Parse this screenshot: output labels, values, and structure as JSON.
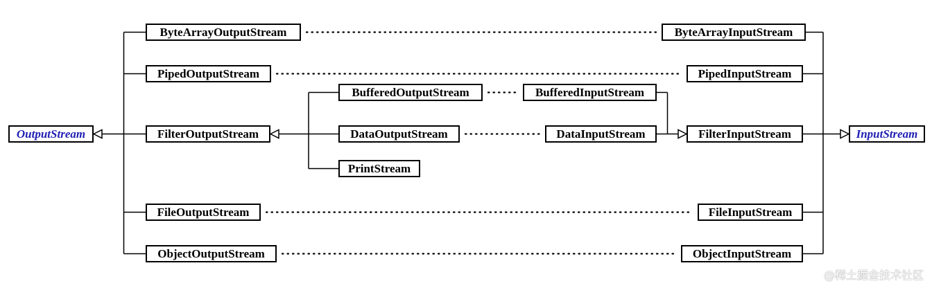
{
  "diagram": {
    "nodes": {
      "output_stream": "OutputStream",
      "input_stream": "InputStream",
      "byte_array_output": "ByteArrayOutputStream",
      "byte_array_input": "ByteArrayInputStream",
      "piped_output": "PipedOutputStream",
      "piped_input": "PipedInputStream",
      "filter_output": "FilterOutputStream",
      "filter_input": "FilterInputStream",
      "buffered_output": "BufferedOutputStream",
      "buffered_input": "BufferedInputStream",
      "data_output": "DataOutputStream",
      "data_input": "DataInputStream",
      "print_stream": "PrintStream",
      "file_output": "FileOutputStream",
      "file_input": "FileInputStream",
      "object_output": "ObjectOutputStream",
      "object_input": "ObjectInputStream"
    },
    "relations": {
      "inheritance": [
        [
          "byte_array_output",
          "output_stream"
        ],
        [
          "piped_output",
          "output_stream"
        ],
        [
          "filter_output",
          "output_stream"
        ],
        [
          "file_output",
          "output_stream"
        ],
        [
          "object_output",
          "output_stream"
        ],
        [
          "buffered_output",
          "filter_output"
        ],
        [
          "data_output",
          "filter_output"
        ],
        [
          "print_stream",
          "filter_output"
        ],
        [
          "byte_array_input",
          "input_stream"
        ],
        [
          "piped_input",
          "input_stream"
        ],
        [
          "filter_input",
          "input_stream"
        ],
        [
          "file_input",
          "input_stream"
        ],
        [
          "object_input",
          "input_stream"
        ],
        [
          "buffered_input",
          "filter_input"
        ],
        [
          "data_input",
          "filter_input"
        ]
      ],
      "counterparts": [
        [
          "byte_array_output",
          "byte_array_input"
        ],
        [
          "piped_output",
          "piped_input"
        ],
        [
          "buffered_output",
          "buffered_input"
        ],
        [
          "data_output",
          "data_input"
        ],
        [
          "file_output",
          "file_input"
        ],
        [
          "object_output",
          "object_input"
        ]
      ]
    },
    "colors": {
      "abstract_text": "#1f1fb4",
      "line": "#000000"
    }
  },
  "watermark": "@稀土掘金技术社区"
}
